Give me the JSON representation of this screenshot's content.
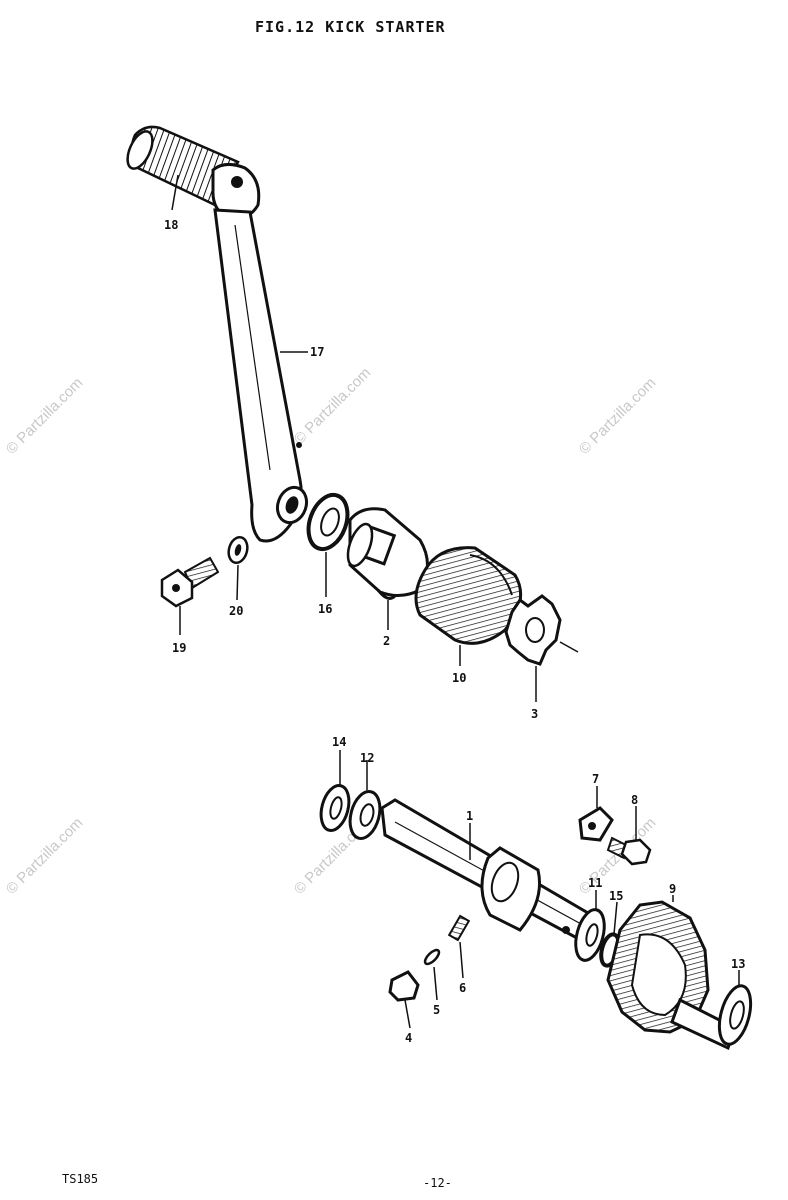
{
  "title": "FIG.12  KICK STARTER",
  "watermark": "© Partzilla.com",
  "callouts": {
    "c1": "1",
    "c2": "2",
    "c3": "3",
    "c4": "4",
    "c5": "5",
    "c6": "6",
    "c7": "7",
    "c8": "8",
    "c9": "9",
    "c10": "10",
    "c11": "11",
    "c12": "12",
    "c13": "13",
    "c14": "14",
    "c15": "15",
    "c16": "16",
    "c17": "17",
    "c18": "18",
    "c19": "19",
    "c20": "20"
  },
  "footer": {
    "model": "TS185",
    "page": "-12-"
  }
}
